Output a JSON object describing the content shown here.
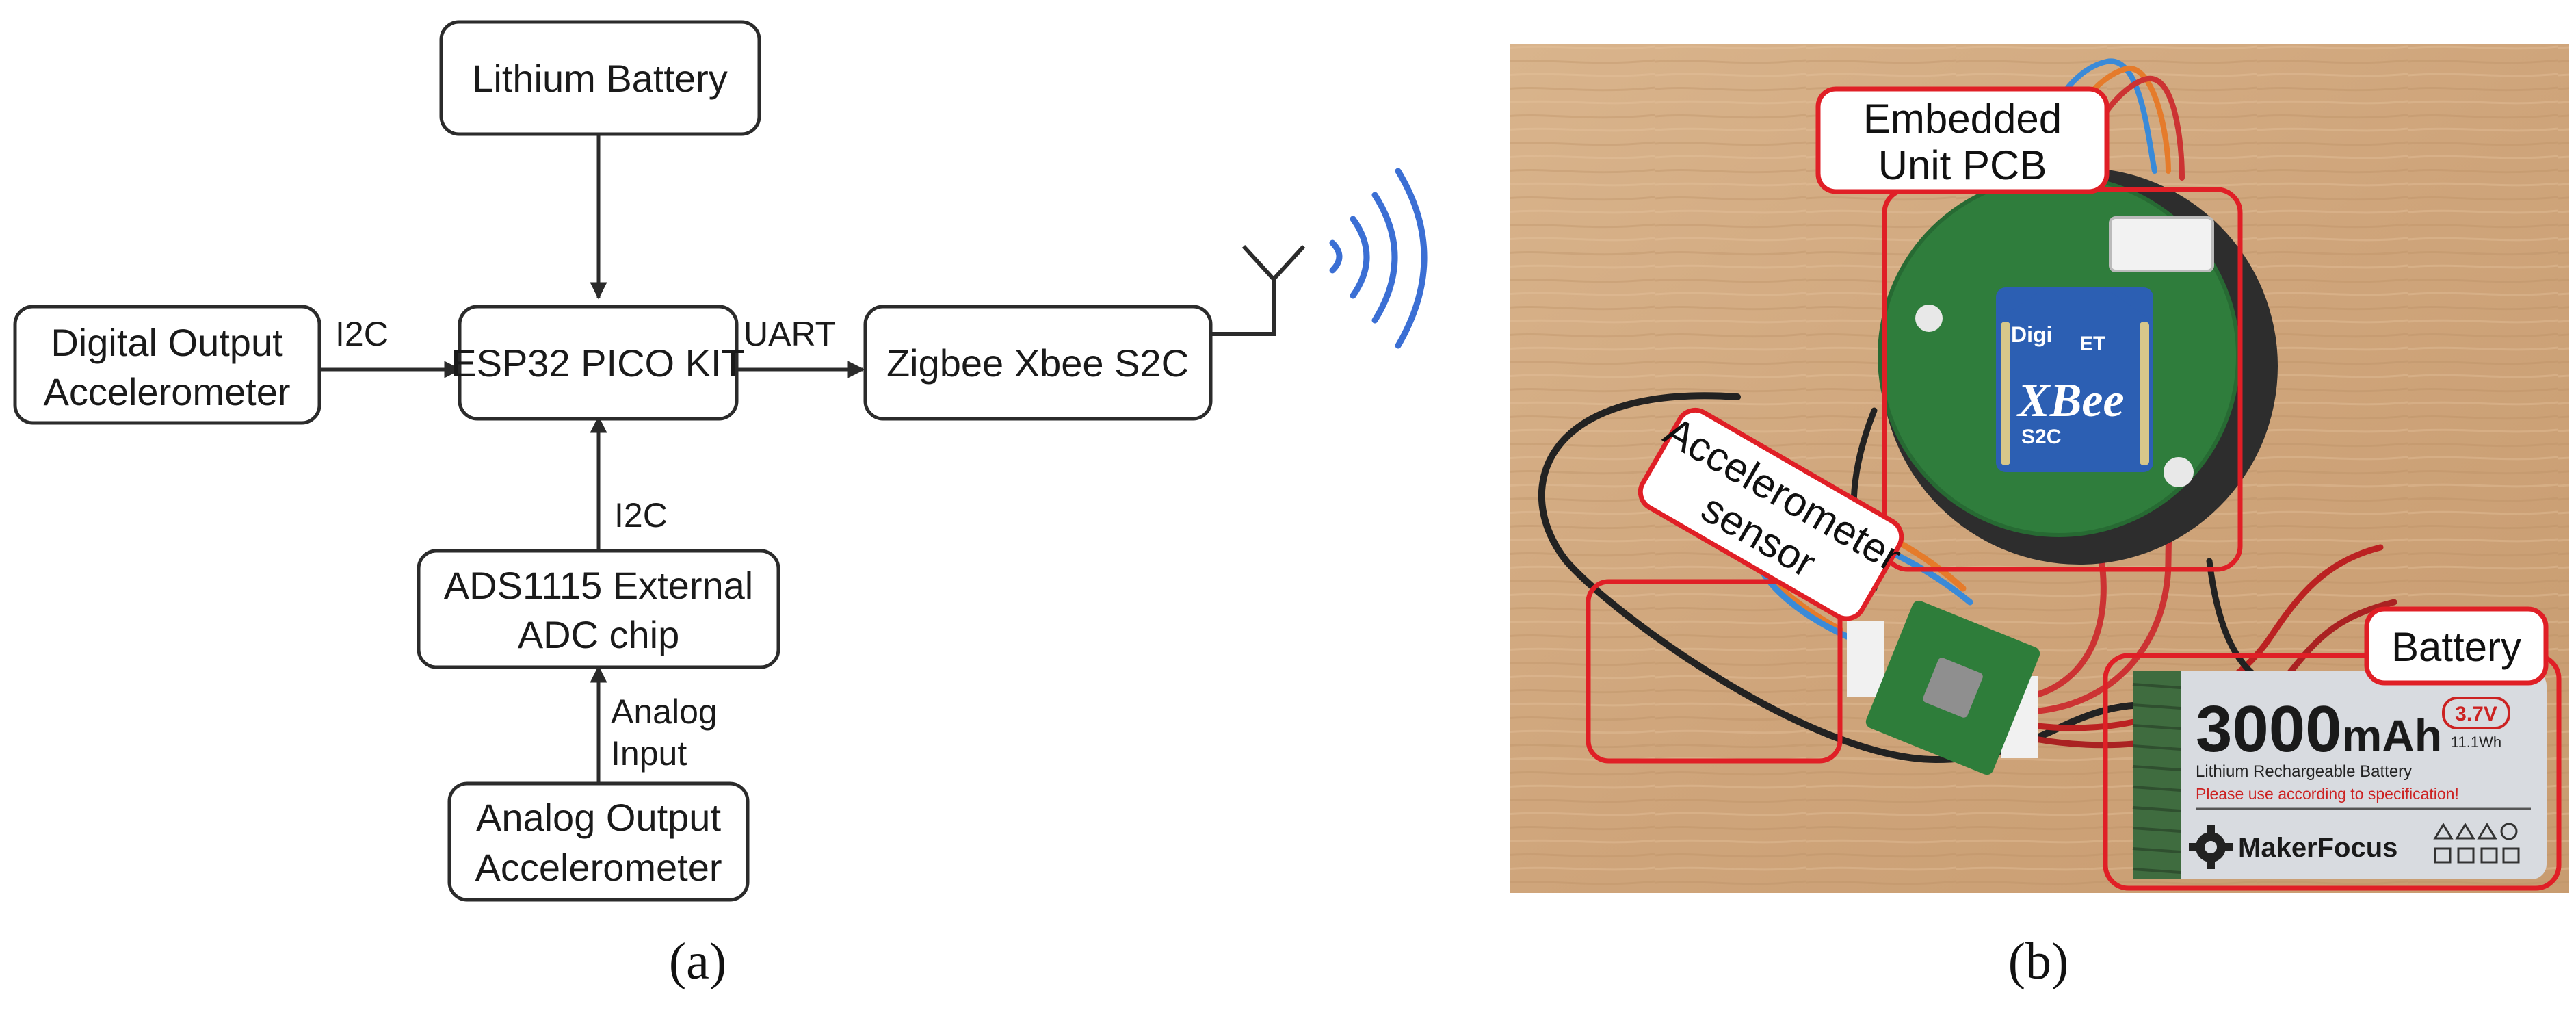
{
  "diagram": {
    "blocks": {
      "battery": "Lithium Battery",
      "digital_acc": [
        "Digital Output",
        "Accelerometer"
      ],
      "esp32": "ESP32 PICO KIT",
      "xbee": "Zigbee Xbee S2C",
      "adc": [
        "ADS1115 External",
        "ADC chip"
      ],
      "analog_acc": [
        "Analog Output",
        "Accelerometer"
      ]
    },
    "edges": {
      "digital_to_esp": "I2C",
      "esp_to_xbee": "UART",
      "adc_to_esp": "I2C",
      "analog_to_adc": [
        "Analog",
        "Input"
      ]
    },
    "colors": {
      "wireless": "#3b6fd4",
      "callout": "#e01f26"
    }
  },
  "photo": {
    "callouts": {
      "pcb": [
        "Embedded",
        "Unit PCB"
      ],
      "sensor": [
        "Accelerometer",
        "sensor"
      ],
      "battery": "Battery"
    },
    "battery_label": {
      "capacity_num": "3000",
      "capacity_unit": "mAh",
      "voltage": "3.7V",
      "energy": "11.1Wh",
      "line1": "Lithium Rechargeable Battery",
      "line2": "Please use according to specification!",
      "brand": "MakerFocus"
    },
    "xbee_label": {
      "brand": "Digi",
      "model": "XBee",
      "sub": "S2C",
      "et": "ET"
    }
  },
  "captions": {
    "a": "(a)",
    "b": "(b)"
  }
}
